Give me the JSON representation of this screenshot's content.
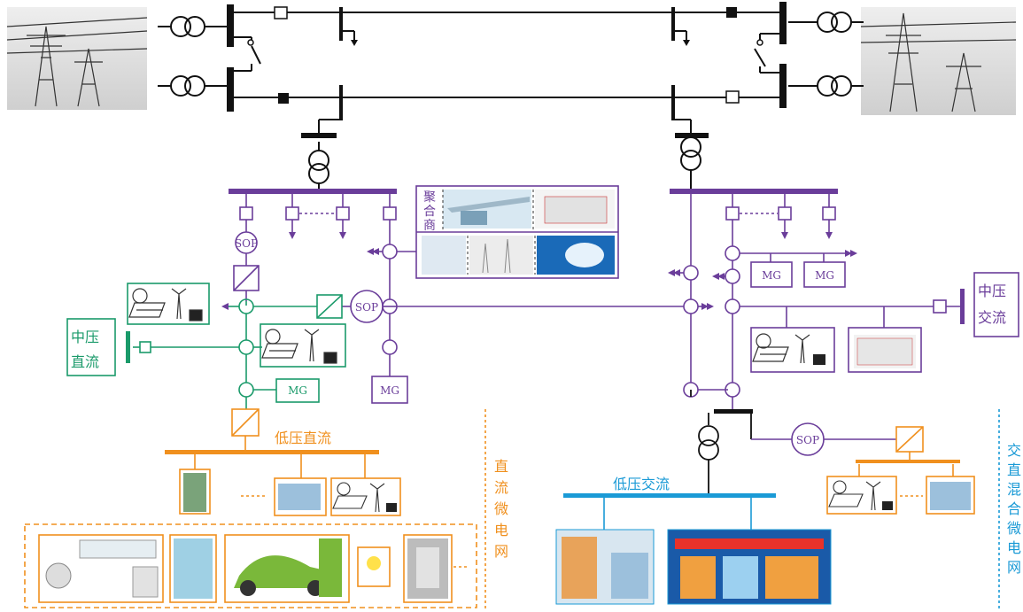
{
  "labels": {
    "aggregator": [
      "聚",
      "合",
      "商"
    ],
    "mv_dc": [
      "中压",
      "直流"
    ],
    "mv_ac": [
      "中压",
      "交流"
    ],
    "lv_dc": "低压直流",
    "lv_ac": "低压交流",
    "dc_microgrid": [
      "直",
      "流",
      "微",
      "电",
      "网"
    ],
    "hybrid_microgrid": [
      "交",
      "直",
      "混",
      "合",
      "微",
      "电",
      "网"
    ]
  },
  "devices": {
    "sop": "SOP",
    "mg": "MG"
  },
  "colors": {
    "hv": "#111111",
    "mv": "#6a3d9a",
    "mvdc": "#1a9a6a",
    "lvdc": "#f0901e",
    "lvac": "#1a9ad6"
  }
}
